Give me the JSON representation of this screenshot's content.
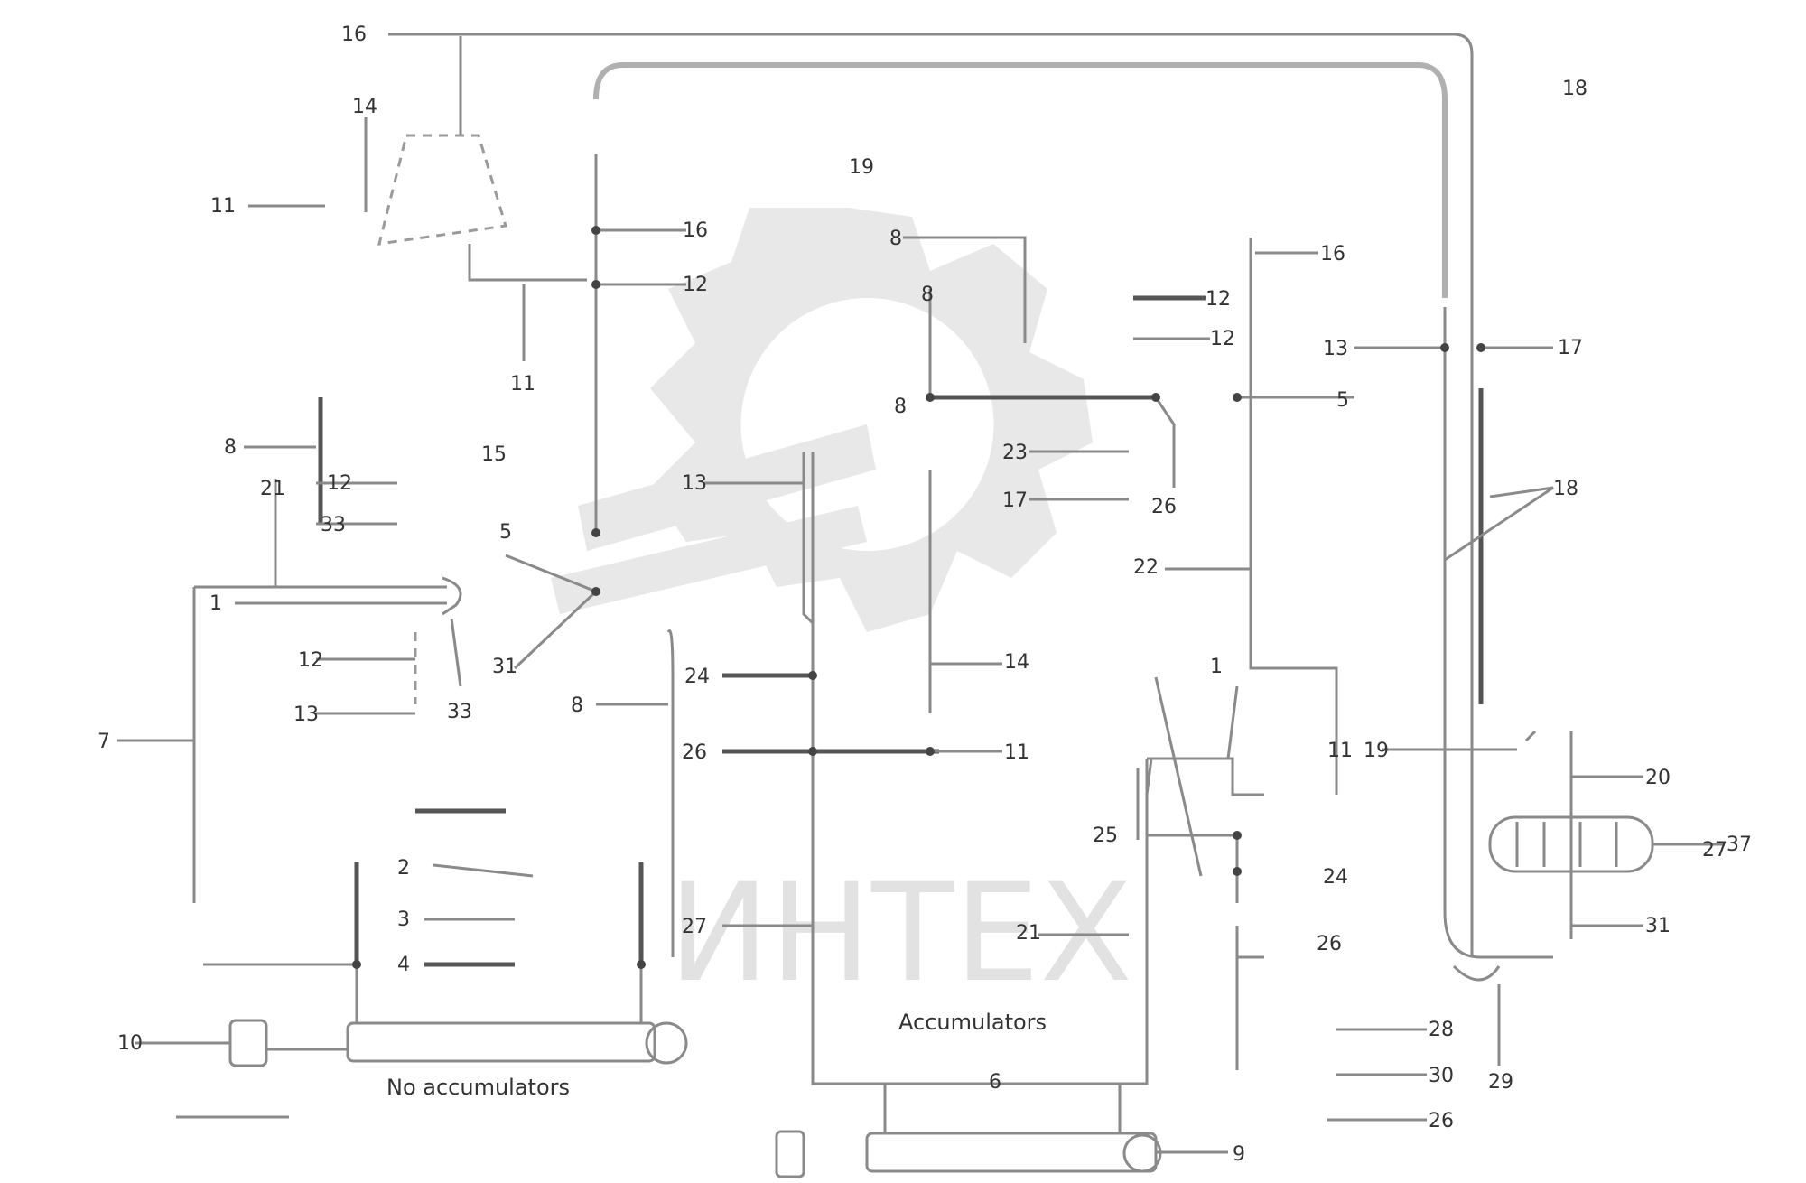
{
  "watermark": {
    "text": "ИНТЕХ",
    "icon": "gear-icon"
  },
  "captions": {
    "no_accumulators": "No accumulators",
    "accumulators": "Accumulators"
  },
  "stamp": {
    "line1": "",
    "line2": "",
    "id": ""
  },
  "callouts": [
    "16",
    "11",
    "14",
    "16",
    "12",
    "11",
    "19",
    "18",
    "8",
    "8",
    "12",
    "12",
    "16",
    "17",
    "8",
    "5",
    "22",
    "8",
    "23",
    "17",
    "13",
    "15",
    "12",
    "33",
    "26",
    "13",
    "18",
    "14",
    "5",
    "21",
    "1",
    "1",
    "31",
    "7",
    "12",
    "13",
    "33",
    "24",
    "8",
    "26",
    "11",
    "11",
    "19",
    "25",
    "20",
    "24",
    "2",
    "3",
    "4",
    "27",
    "21",
    "26",
    "28",
    "30",
    "26",
    "6",
    "10",
    "9",
    "31",
    "27",
    "37",
    "29"
  ]
}
